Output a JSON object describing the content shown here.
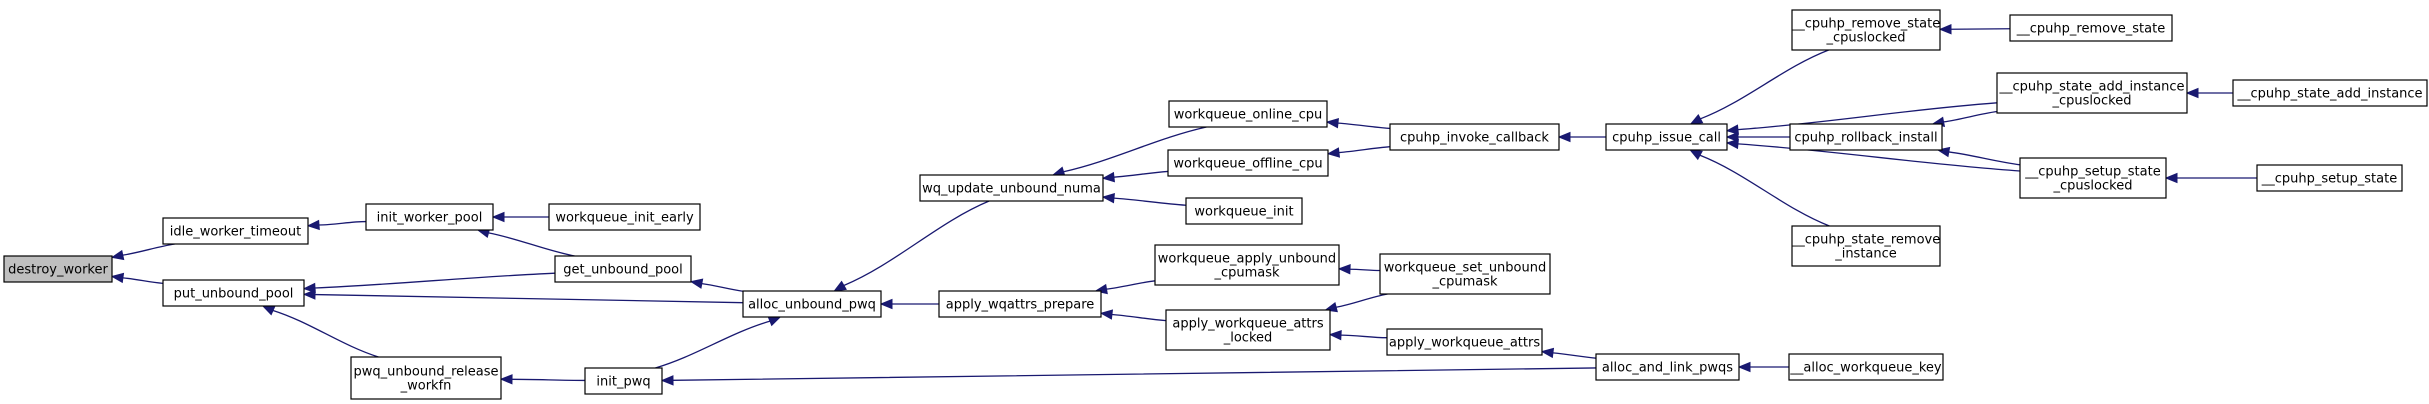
{
  "graph": {
    "title": "",
    "colors": {
      "edge": "#191970",
      "root_fill": "#bfbfbf",
      "node_fill": "#ffffff",
      "border": "#000000"
    },
    "nodes": [
      {
        "id": "destroy_worker",
        "label": "destroy_worker",
        "root": true
      },
      {
        "id": "idle_worker_timeout",
        "label": "idle_worker_timeout"
      },
      {
        "id": "put_unbound_pool",
        "label": "put_unbound_pool"
      },
      {
        "id": "init_worker_pool",
        "label": "init_worker_pool"
      },
      {
        "id": "workqueue_init_early",
        "label": "workqueue_init_early"
      },
      {
        "id": "get_unbound_pool",
        "label": "get_unbound_pool"
      },
      {
        "id": "pwq_unbound_release_workfn",
        "label": "pwq_unbound_release\n_workfn"
      },
      {
        "id": "init_pwq",
        "label": "init_pwq"
      },
      {
        "id": "alloc_unbound_pwq",
        "label": "alloc_unbound_pwq"
      },
      {
        "id": "wq_update_unbound_numa",
        "label": "wq_update_unbound_numa"
      },
      {
        "id": "apply_wqattrs_prepare",
        "label": "apply_wqattrs_prepare"
      },
      {
        "id": "workqueue_online_cpu",
        "label": "workqueue_online_cpu"
      },
      {
        "id": "workqueue_offline_cpu",
        "label": "workqueue_offline_cpu"
      },
      {
        "id": "workqueue_init",
        "label": "workqueue_init"
      },
      {
        "id": "workqueue_apply_unbound_cpumask",
        "label": "workqueue_apply_unbound\n_cpumask"
      },
      {
        "id": "apply_workqueue_attrs_locked",
        "label": "apply_workqueue_attrs\n_locked"
      },
      {
        "id": "cpuhp_invoke_callback",
        "label": "cpuhp_invoke_callback"
      },
      {
        "id": "workqueue_set_unbound_cpumask",
        "label": "workqueue_set_unbound\n_cpumask"
      },
      {
        "id": "apply_workqueue_attrs",
        "label": "apply_workqueue_attrs"
      },
      {
        "id": "cpuhp_issue_call",
        "label": "cpuhp_issue_call"
      },
      {
        "id": "alloc_and_link_pwqs",
        "label": "alloc_and_link_pwqs"
      },
      {
        "id": "cpuhp_remove_state_cpuslocked",
        "label": "__cpuhp_remove_state\n_cpuslocked"
      },
      {
        "id": "cpuhp_rollback_install",
        "label": "cpuhp_rollback_install"
      },
      {
        "id": "cpuhp_state_remove_instance",
        "label": "__cpuhp_state_remove\n_instance"
      },
      {
        "id": "alloc_workqueue_key",
        "label": "__alloc_workqueue_key"
      },
      {
        "id": "cpuhp_remove_state",
        "label": "__cpuhp_remove_state"
      },
      {
        "id": "cpuhp_state_add_instance_cpuslocked",
        "label": "__cpuhp_state_add_instance\n_cpuslocked"
      },
      {
        "id": "cpuhp_setup_state_cpuslocked",
        "label": "__cpuhp_setup_state\n_cpuslocked"
      },
      {
        "id": "cpuhp_state_add_instance",
        "label": "__cpuhp_state_add_instance"
      },
      {
        "id": "cpuhp_setup_state",
        "label": "__cpuhp_setup_state"
      }
    ],
    "edges": [
      {
        "from": "idle_worker_timeout",
        "to": "destroy_worker"
      },
      {
        "from": "put_unbound_pool",
        "to": "destroy_worker"
      },
      {
        "from": "init_worker_pool",
        "to": "idle_worker_timeout"
      },
      {
        "from": "get_unbound_pool",
        "to": "put_unbound_pool"
      },
      {
        "from": "alloc_unbound_pwq",
        "to": "put_unbound_pool"
      },
      {
        "from": "pwq_unbound_release_workfn",
        "to": "put_unbound_pool"
      },
      {
        "from": "workqueue_init_early",
        "to": "init_worker_pool"
      },
      {
        "from": "get_unbound_pool",
        "to": "init_worker_pool"
      },
      {
        "from": "alloc_unbound_pwq",
        "to": "get_unbound_pool"
      },
      {
        "from": "init_pwq",
        "to": "pwq_unbound_release_workfn"
      },
      {
        "from": "alloc_and_link_pwqs",
        "to": "init_pwq"
      },
      {
        "from": "wq_update_unbound_numa",
        "to": "alloc_unbound_pwq"
      },
      {
        "from": "apply_wqattrs_prepare",
        "to": "alloc_unbound_pwq"
      },
      {
        "from": "init_pwq",
        "to": "alloc_unbound_pwq"
      },
      {
        "from": "workqueue_online_cpu",
        "to": "wq_update_unbound_numa"
      },
      {
        "from": "workqueue_offline_cpu",
        "to": "wq_update_unbound_numa"
      },
      {
        "from": "workqueue_init",
        "to": "wq_update_unbound_numa"
      },
      {
        "from": "workqueue_apply_unbound_cpumask",
        "to": "apply_wqattrs_prepare"
      },
      {
        "from": "apply_workqueue_attrs_locked",
        "to": "apply_wqattrs_prepare"
      },
      {
        "from": "cpuhp_invoke_callback",
        "to": "workqueue_online_cpu"
      },
      {
        "from": "cpuhp_invoke_callback",
        "to": "workqueue_offline_cpu"
      },
      {
        "from": "workqueue_set_unbound_cpumask",
        "to": "workqueue_apply_unbound_cpumask"
      },
      {
        "from": "workqueue_set_unbound_cpumask",
        "to": "apply_workqueue_attrs_locked"
      },
      {
        "from": "apply_workqueue_attrs",
        "to": "apply_workqueue_attrs_locked"
      },
      {
        "from": "cpuhp_issue_call",
        "to": "cpuhp_invoke_callback"
      },
      {
        "from": "alloc_and_link_pwqs",
        "to": "apply_workqueue_attrs"
      },
      {
        "from": "cpuhp_remove_state_cpuslocked",
        "to": "cpuhp_issue_call"
      },
      {
        "from": "cpuhp_state_add_instance_cpuslocked",
        "to": "cpuhp_issue_call"
      },
      {
        "from": "cpuhp_rollback_install",
        "to": "cpuhp_issue_call"
      },
      {
        "from": "cpuhp_setup_state_cpuslocked",
        "to": "cpuhp_issue_call"
      },
      {
        "from": "cpuhp_state_remove_instance",
        "to": "cpuhp_issue_call"
      },
      {
        "from": "alloc_workqueue_key",
        "to": "alloc_and_link_pwqs"
      },
      {
        "from": "cpuhp_remove_state",
        "to": "cpuhp_remove_state_cpuslocked"
      },
      {
        "from": "cpuhp_state_add_instance",
        "to": "cpuhp_state_add_instance_cpuslocked"
      },
      {
        "from": "cpuhp_state_add_instance_cpuslocked",
        "to": "cpuhp_rollback_install"
      },
      {
        "from": "cpuhp_setup_state_cpuslocked",
        "to": "cpuhp_rollback_install"
      },
      {
        "from": "cpuhp_setup_state",
        "to": "cpuhp_setup_state_cpuslocked"
      }
    ]
  }
}
